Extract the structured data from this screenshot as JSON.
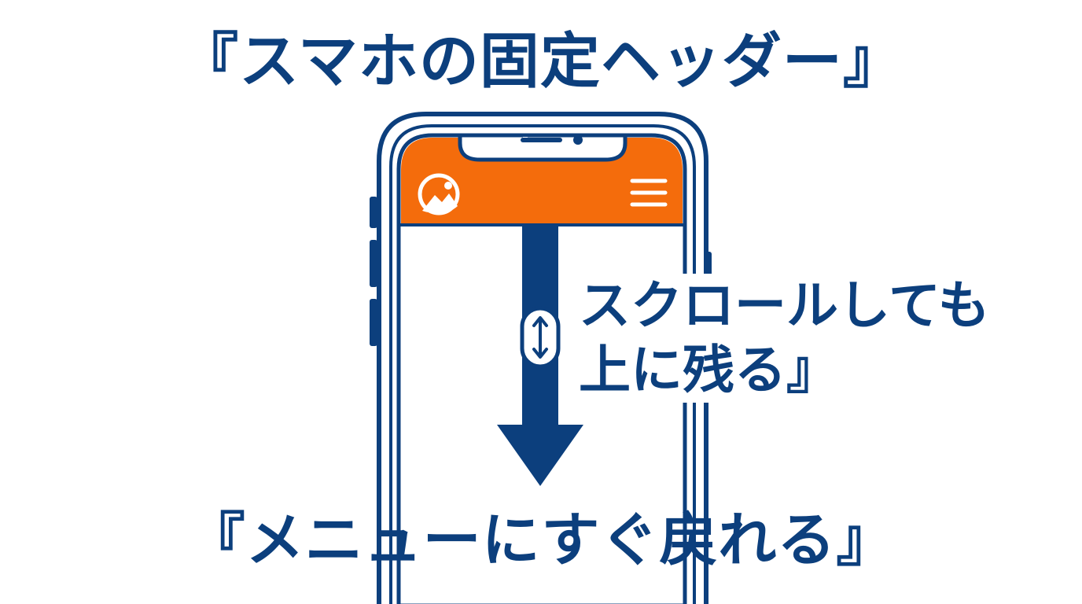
{
  "title": "『スマホの固定ヘッダー』",
  "side_caption_line1": "スクロールしても",
  "side_caption_line2": "上に残る』",
  "bottom_caption": "『メニューにすぐ戻れる』",
  "colors": {
    "navy": "#0c3f7d",
    "orange": "#f46c0c",
    "white": "#ffffff"
  },
  "icons": {
    "logo": "mountain-logo-icon",
    "menu": "hamburger-menu-icon",
    "scroll": "scroll-up-down-icon",
    "arrow": "down-arrow"
  }
}
